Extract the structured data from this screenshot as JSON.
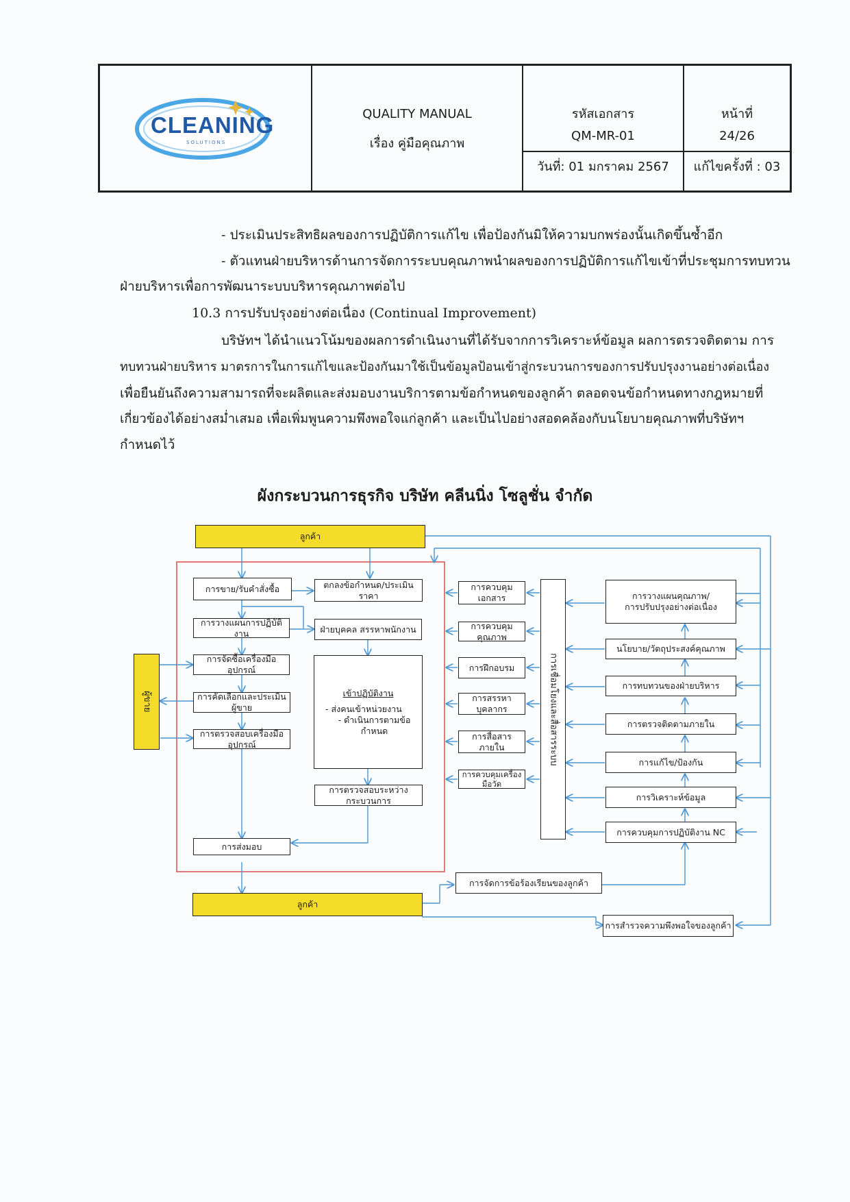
{
  "header": {
    "logo": {
      "brand": "CLEANING",
      "tagline": "SOLUTIONS"
    },
    "manual_title": "QUALITY MANUAL",
    "subject": "เรื่อง คู่มือคุณภาพ",
    "doc_code_label": "รหัสเอกสาร",
    "doc_code": "QM-MR-01",
    "date": "วันที่: 01 มกราคม 2567",
    "page_label": "หน้าที่",
    "page_value": "24/26",
    "revision": "แก้ไขครั้งที่ : 03"
  },
  "body": {
    "lines": [
      "- ประเมินประสิทธิผลของการปฏิบัติการแก้ไข เพื่อป้องกันมิให้ความบกพร่องนั้นเกิดขึ้นซ้ำอีก",
      "- ตัวแทนฝ่ายบริหารด้านการจัดการระบบคุณภาพนำผลของการปฏิบัติการแก้ไขเข้าที่ประชุมการทบทวน",
      "ฝ่ายบริหารเพื่อการพัฒนาระบบบริหารคุณภาพต่อไป",
      "10.3   การปรับปรุงอย่างต่อเนื่อง (Continual Improvement)",
      "บริษัทฯ ได้นำแนวโน้มของผลการดำเนินงานที่ได้รับจากการวิเคราะห์ข้อมูล ผลการตรวจติดตาม การ",
      "ทบทวนฝ่ายบริหาร มาตรการในการแก้ไขและป้องกันมาใช้เป็นข้อมูลป้อนเข้าสู่กระบวนการของการปรับปรุงงานอย่างต่อเนื่อง",
      "เพื่อยืนยันถึงความสามารถที่จะผลิตและส่งมอบงานบริการตามข้อกำหนดของลูกค้า ตลอดจนข้อกำหนดทางกฎหมายที่",
      "เกี่ยวข้องได้อย่างสม่ำเสมอ เพื่อเพิ่มพูนความพึงพอใจแก่ลูกค้า และเป็นไปอย่างสอดคล้องกับนโยบายคุณภาพที่บริษัทฯ",
      "กำหนดไว้"
    ]
  },
  "diagram": {
    "title": "ผังกระบวนการธุรกิจ บริษัท คลีนนิ่ง โซลูชั่น จำกัด",
    "customer_top": "ลูกค้า",
    "customer_bottom": "ลูกค้า",
    "supplier": "ผู้ขาย",
    "sales": "การขาย/รับคำสั่งซื้อ",
    "planning": "การวางแผนการปฏิบัติงาน",
    "procure": "การจัดซื้อเครื่องมืออุปกรณ์",
    "vendor_select": "การคัดเลือกและประเมินผู้ขาย",
    "equip_inspect": "การตรวจสอบเครื่องมืออุปกรณ์",
    "agree_terms": "ตกลงข้อกำหนด/ประเมินราคา",
    "hr_dept": "ฝ่ายบุคคล สรรหาพนักงาน",
    "operation_title": "เข้าปฏิบัติงาน",
    "operation_item1": "- ส่งคนเข้าหน่วยงาน",
    "operation_item2": "- ดำเนินการตามข้อกำหนด",
    "in_process_check": "การตรวจสอบระหว่างกระบวนการ",
    "delivery": "การส่งมอบ",
    "doc_control": "การควบคุมเอกสาร",
    "record_control": "การควบคุมคุณภาพ",
    "training": "การฝึกอบรม",
    "recruit": "การสรรหาบุคลากร",
    "internal_comm": "การสื่อสารภายใน",
    "equip_control": "การควบคุมเครื่องมือวัด",
    "central_bar": "การเชื่อมโยงและสื่อสารระบบ",
    "qplan": "การวางแผนคุณภาพ/\nการปรับปรุงอย่างต่อเนื่อง",
    "policy": "นโยบาย/วัตถุประสงค์คุณภาพ",
    "mgmt_review": "การทบทวนของฝ่ายบริหาร",
    "internal_audit": "การตรวจติดตามภายใน",
    "corrective": "การแก้ไข/ป้องกัน",
    "analysis": "การวิเคราะห์ข้อมูล",
    "nc_control": "การควบคุมการปฏิบัติงาน NC",
    "complaints": "การจัดการข้อร้องเรียนของลูกค้า",
    "satisfaction": "การสำรวจความพึงพอใจของลูกค้า"
  },
  "colors": {
    "arrow": "#4a95d4",
    "yellow": "#f5dc2b",
    "red_frame": "#e06a6a"
  }
}
